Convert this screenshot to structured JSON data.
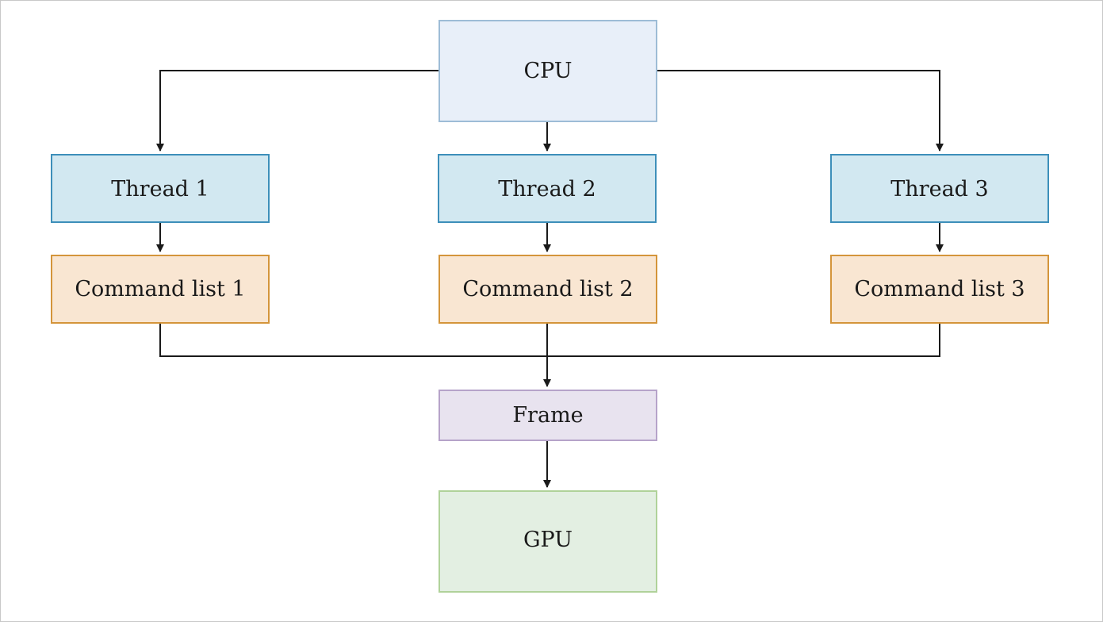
{
  "diagram": {
    "nodes": {
      "cpu": {
        "label": "CPU",
        "fill": "#e8eff9",
        "stroke": "#9dbcd6"
      },
      "thread1": {
        "label": "Thread 1",
        "fill": "#d2e8f1",
        "stroke": "#3d8fba"
      },
      "thread2": {
        "label": "Thread 2",
        "fill": "#d2e8f1",
        "stroke": "#3d8fba"
      },
      "thread3": {
        "label": "Thread 3",
        "fill": "#d2e8f1",
        "stroke": "#3d8fba"
      },
      "cmdlist1": {
        "label": "Command list 1",
        "fill": "#f9e6d2",
        "stroke": "#d4953b"
      },
      "cmdlist2": {
        "label": "Command list 2",
        "fill": "#f9e6d2",
        "stroke": "#d4953b"
      },
      "cmdlist3": {
        "label": "Command list 3",
        "fill": "#f9e6d2",
        "stroke": "#d4953b"
      },
      "frame": {
        "label": "Frame",
        "fill": "#e8e3ef",
        "stroke": "#b6a3c9"
      },
      "gpu": {
        "label": "GPU",
        "fill": "#e3efe2",
        "stroke": "#b0d29a"
      }
    },
    "edges": [
      {
        "from": "cpu",
        "to": "thread1"
      },
      {
        "from": "cpu",
        "to": "thread2"
      },
      {
        "from": "cpu",
        "to": "thread3"
      },
      {
        "from": "thread1",
        "to": "cmdlist1"
      },
      {
        "from": "thread2",
        "to": "cmdlist2"
      },
      {
        "from": "thread3",
        "to": "cmdlist3"
      },
      {
        "from": "cmdlist1",
        "to": "frame"
      },
      {
        "from": "cmdlist2",
        "to": "frame"
      },
      {
        "from": "cmdlist3",
        "to": "frame"
      },
      {
        "from": "frame",
        "to": "gpu"
      }
    ],
    "edge_color": "#1a1a1a"
  }
}
